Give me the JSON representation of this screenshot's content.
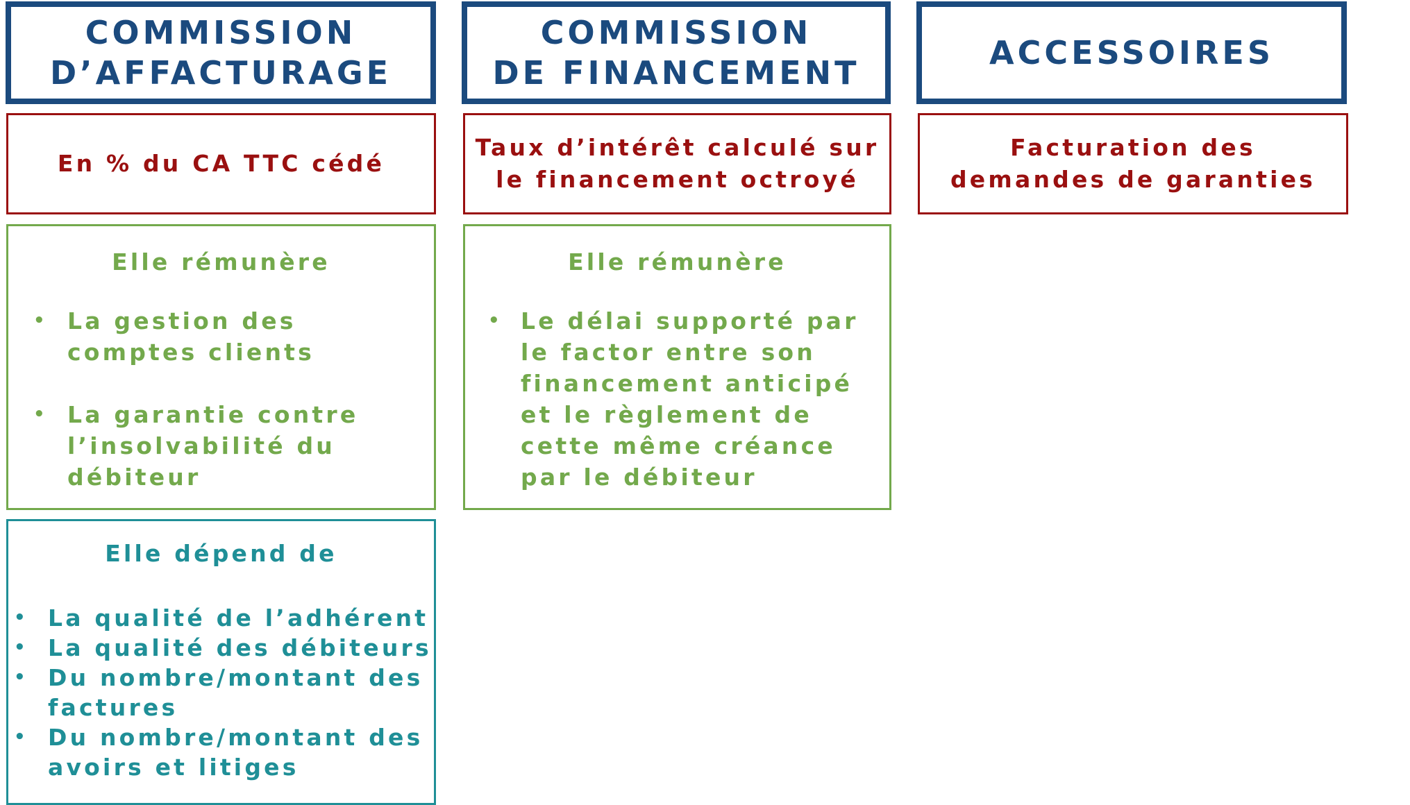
{
  "colors": {
    "header": "#1b4a7e",
    "red": "#9a1010",
    "green": "#73a94c",
    "teal": "#1f8f97"
  },
  "columns": [
    {
      "header": [
        "COMMISSION",
        "D’AFFACTURAGE"
      ],
      "basis": [
        "En % du CA TTC cédé"
      ],
      "remunerates": {
        "title": "Elle rémunère",
        "items": [
          [
            "La gestion des",
            "comptes clients"
          ],
          [
            "La garantie contre",
            "l’insolvabilité du",
            "débiteur"
          ]
        ]
      },
      "depends": {
        "title": "Elle dépend de",
        "items": [
          [
            "La qualité de l’adhérent"
          ],
          [
            "La qualité des débiteurs"
          ],
          [
            "Du nombre/montant des",
            "factures"
          ],
          [
            "Du nombre/montant des",
            "avoirs et litiges"
          ]
        ]
      }
    },
    {
      "header": [
        "COMMISSION",
        "DE FINANCEMENT"
      ],
      "basis": [
        "Taux d’intérêt calculé sur",
        "le financement octroyé"
      ],
      "remunerates": {
        "title": "Elle rémunère",
        "items": [
          [
            "Le délai supporté par",
            "le factor entre son",
            "financement anticipé",
            "et le règlement de",
            "cette même créance",
            "par le débiteur"
          ]
        ]
      }
    },
    {
      "header": [
        "ACCESSOIRES"
      ],
      "basis": [
        "Facturation des",
        "demandes de garanties"
      ]
    }
  ],
  "bullet_symbol": "•"
}
